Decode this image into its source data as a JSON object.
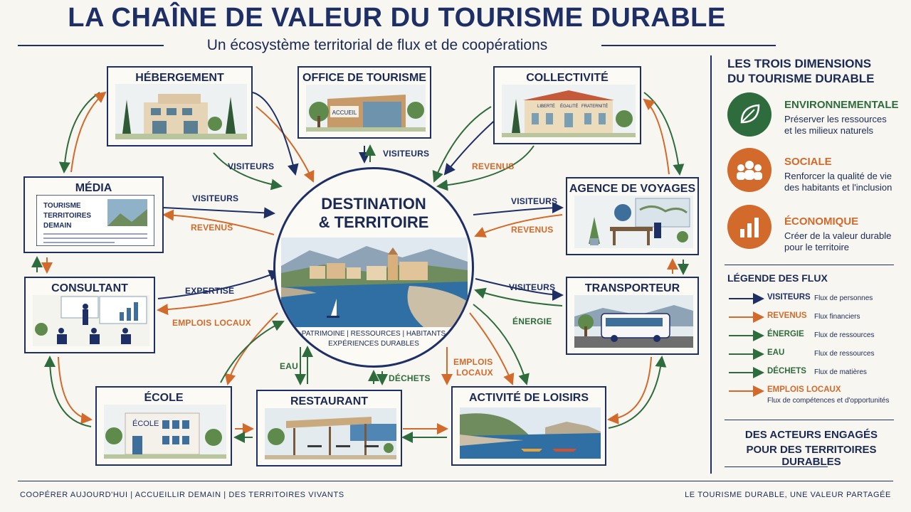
{
  "header": {
    "title": "LA CHAÎNE DE VALEUR DU TOURISME DURABLE",
    "subtitle": "Un écosystème territorial de flux et de coopérations"
  },
  "hub": {
    "title_line1": "DESTINATION",
    "title_line2": "& TERRITOIRE",
    "tags_line1": "PATRIMOINE  |  RESSOURCES  |  HABITANTS",
    "tags_line2": "EXPÉRIENCES DURABLES"
  },
  "actors": {
    "hebergement": "HÉBERGEMENT",
    "office": "OFFICE DE TOURISME",
    "office_sign": "ACCUEIL",
    "collectivite": "COLLECTIVITÉ",
    "collectivite_motto": [
      "LIBERTÉ",
      "ÉGALITÉ",
      "FRATERNITÉ"
    ],
    "media": "MÉDIA",
    "media_text": [
      "TOURISME",
      "TERRITOIRES",
      "DEMAIN"
    ],
    "agence": "AGENCE DE VOYAGES",
    "consultant": "CONSULTANT",
    "transporteur": "TRANSPORTEUR",
    "ecole": "ÉCOLE",
    "ecole_sign": "ÉCOLE",
    "restaurant": "RESTAURANT",
    "loisirs": "ACTIVITÉ DE LOISIRS"
  },
  "flows": {
    "visiteurs": "VISITEURS",
    "revenus": "REVENUS",
    "expertise": "EXPERTISE",
    "emplois_locaux": "EMPLOIS LOCAUX",
    "energie": "ÉNERGIE",
    "eau": "EAU",
    "dechets": "DÉCHETS",
    "emplois": "EMPLOIS",
    "locaux": "LOCAUX"
  },
  "sidebar": {
    "dimensions_title_1": "LES TROIS DIMENSIONS",
    "dimensions_title_2": "DU TOURISME DURABLE",
    "dimensions": [
      {
        "title": "ENVIRONNEMENTALE",
        "line1": "Préserver les ressources",
        "line2": "et les milieux naturels",
        "color": "#2e6b3d",
        "icon": "leaf-icon"
      },
      {
        "title": "SOCIALE",
        "line1": "Renforcer la qualité de vie",
        "line2": "des habitants et l'inclusion",
        "color": "#d26a2c",
        "icon": "people-icon"
      },
      {
        "title": "ÉCONOMIQUE",
        "line1": "Créer de la valeur durable",
        "line2": "pour le territoire",
        "color": "#d26a2c",
        "icon": "bar-chart-icon"
      }
    ],
    "legend_title": "LÉGENDE DES FLUX",
    "legend": [
      {
        "label": "VISITEURS",
        "desc": "Flux de personnes",
        "color": "#1e2f66"
      },
      {
        "label": "REVENUS",
        "desc": "Flux financiers",
        "color": "#d26a2c"
      },
      {
        "label": "ÉNERGIE",
        "desc": "Flux de ressources",
        "color": "#2e6b3d"
      },
      {
        "label": "EAU",
        "desc": "Flux de ressources",
        "color": "#2e6b3d"
      },
      {
        "label": "DÉCHETS",
        "desc": "Flux de matières",
        "color": "#2e6b3d"
      },
      {
        "label": "EMPLOIS LOCAUX",
        "desc": "Flux de compétences et d'opportunités",
        "color": "#d26a2c"
      }
    ],
    "tagline_1": "DES ACTEURS ENGAGÉS",
    "tagline_2": "POUR DES TERRITOIRES DURABLES"
  },
  "footer": {
    "left": "COOPÉRER AUJOURD'HUI  |  ACCUEILLIR DEMAIN  |  DES TERRITOIRES VIVANTS",
    "right": "LE TOURISME DURABLE, UNE VALEUR PARTAGÉE"
  },
  "colors": {
    "navy": "#1e2f66",
    "orange": "#d26a2c",
    "green": "#2e6b3d"
  }
}
